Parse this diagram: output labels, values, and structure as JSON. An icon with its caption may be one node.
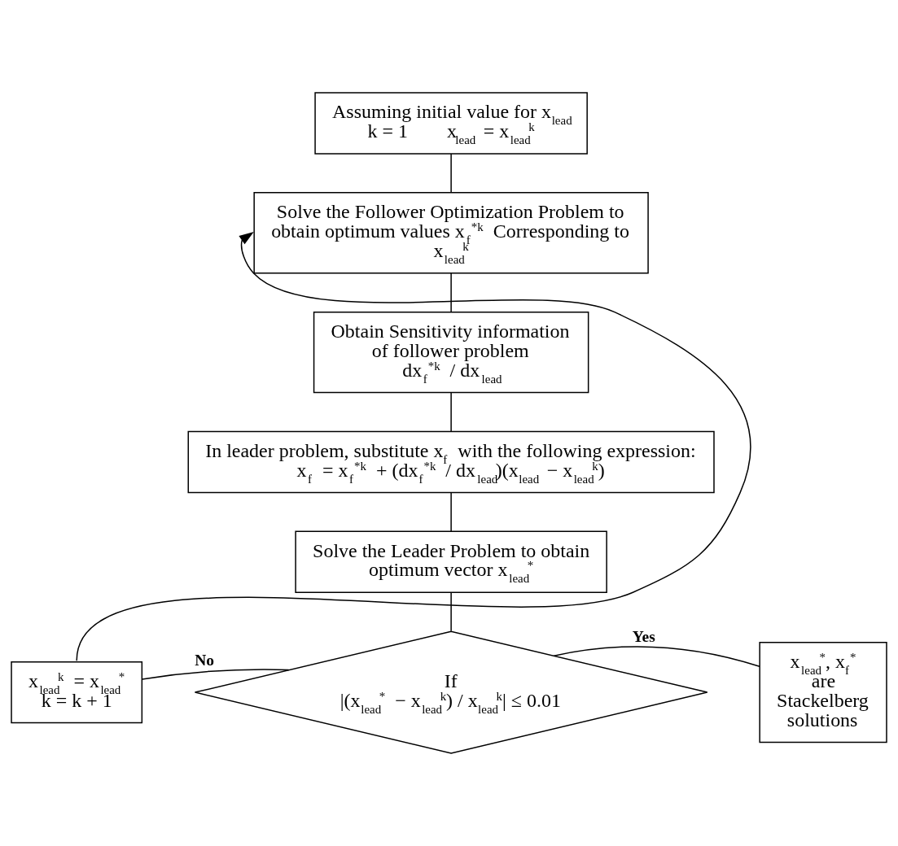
{
  "diagram": {
    "nodes": [
      {
        "text": [
          "Assuming initial value for x$_{lead}$",
          "k = 1        x$_{lead}$ = x$_{lead}$$^{k}$"
        ]
      },
      {
        "text": [
          "Solve the Follower Optimization Problem to obtain optimum values x$_{f}$$^{*k}$ Corresponding to x$_{lead}$$^{k}$"
        ]
      },
      {
        "text": [
          "Obtain Sensitivity information of follower problem",
          "dx$_{f}$$^{*k}$ / dx$_{lead}$"
        ]
      },
      {
        "text": [
          "In leader problem, substitute x$_{f}$ with the following expression:",
          "x$_{f}$ = x$_{f}$$^{*k}$ + (dx$_{f}$$^{*k}$ / dx$_{lead}$)(x$_{lead}$ − x$_{lead}$$^{k}$)"
        ]
      },
      {
        "text": [
          "Solve the Leader Problem to obtain optimum vector x$_{lead}$$^{*}$"
        ]
      },
      {
        "text": [
          "If",
          "|(x$_{lead}$$^{*}$ − x$_{lead}$$^{k}$) / x$_{lead}$$^{k}$| ≤ 0.01"
        ]
      },
      {
        "text": [
          "x$_{lead}$$^{k}$ = x$_{lead}$$^{*}$",
          "k = k + 1"
        ]
      },
      {
        "text": [
          "x$_{lead}$$^{*}$, x$_{f}$$^{*}$ are Stackelberg solutions"
        ]
      }
    ],
    "edges": [
      {
        "from": 0,
        "to": 1,
        "arrow": "none"
      },
      {
        "from": 1,
        "to": 2,
        "arrow": "none"
      },
      {
        "from": 2,
        "to": 3,
        "arrow": "none"
      },
      {
        "from": 3,
        "to": 4,
        "arrow": "none"
      },
      {
        "from": 4,
        "to": 5,
        "arrow": "none"
      },
      {
        "from": 5,
        "to": 6,
        "label": "No",
        "arrow": "none"
      },
      {
        "from": 5,
        "to": 7,
        "label": "Yes",
        "arrow": "none"
      },
      {
        "from": 6,
        "to": 1,
        "arrow": "to"
      }
    ]
  }
}
